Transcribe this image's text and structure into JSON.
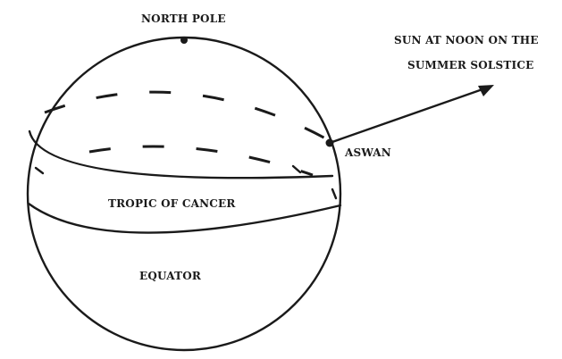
{
  "labels": {
    "north_pole": "NORTH POLE",
    "sun_line1": "SUN AT NOON ON THE",
    "sun_line2": "SUMMER SOLSTICE",
    "aswan": "ASWAN",
    "tropic": "TROPIC OF CANCER",
    "equator": "EQUATOR"
  }
}
